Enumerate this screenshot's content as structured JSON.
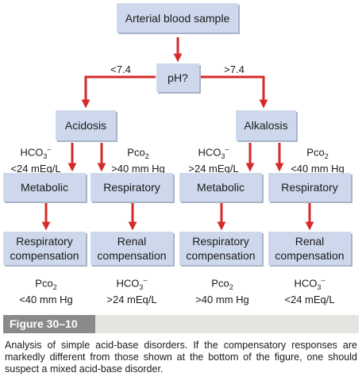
{
  "diagram": {
    "start": "Arterial blood sample",
    "decision": "pH?",
    "branch_low": "<7.4",
    "branch_high": ">7.4",
    "acidosis": "Acidosis",
    "alkalosis": "Alkalosis",
    "conditions": [
      {
        "line1": "HCO",
        "sub": "3",
        "sup": "–",
        "line2": "<24 mEq/L"
      },
      {
        "line1": "Pco",
        "sub": "2",
        "sup": "",
        "line2": ">40 mm Hg"
      },
      {
        "line1": "HCO",
        "sub": "3",
        "sup": "–",
        "line2": ">24 mEq/L"
      },
      {
        "line1": "Pco",
        "sub": "2",
        "sup": "",
        "line2": "<40 mm Hg"
      }
    ],
    "types": [
      "Metabolic",
      "Respiratory",
      "Metabolic",
      "Respiratory"
    ],
    "compensations": [
      {
        "line1": "Respiratory",
        "line2": "compensation"
      },
      {
        "line1": "Renal",
        "line2": "compensation"
      },
      {
        "line1": "Respiratory",
        "line2": "compensation"
      },
      {
        "line1": "Renal",
        "line2": "compensation"
      }
    ],
    "results": [
      {
        "line1": "Pco",
        "sub": "2",
        "sup": "",
        "line2": "<40 mm Hg"
      },
      {
        "line1": "HCO",
        "sub": "3",
        "sup": "–",
        "line2": ">24 mEq/L"
      },
      {
        "line1": "Pco",
        "sub": "2",
        "sup": "",
        "line2": ">40 mm Hg"
      },
      {
        "line1": "HCO",
        "sub": "3",
        "sup": "–",
        "line2": "<24 mEq/L"
      }
    ]
  },
  "figure_label": "Figure 30–10",
  "caption": "Analysis of simple acid-base disorders. If the compensatory responses are markedly different from those shown at the bottom of the figure, one should suspect a mixed acid-base disorder.",
  "colors": {
    "box": "#cdd8ec",
    "arrow": "#d42a2a",
    "figure_band": "#e6e4e0",
    "figure_tag": "#8a8a8a"
  }
}
